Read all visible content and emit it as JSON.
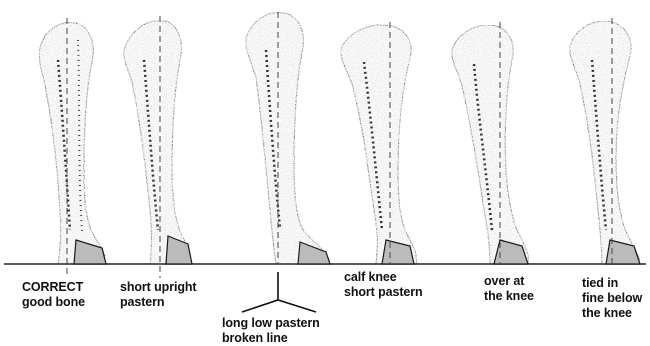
{
  "diagram": {
    "legs": [
      {
        "id": "correct",
        "caption": [
          "CORRECT",
          "good bone"
        ]
      },
      {
        "id": "short-upright",
        "caption": [
          "short upright",
          "pastern"
        ]
      },
      {
        "id": "long-low",
        "caption": [
          "long low pastern",
          "broken line"
        ]
      },
      {
        "id": "calf-knee",
        "caption": [
          "calf knee",
          "short pastern"
        ]
      },
      {
        "id": "over-knee",
        "caption": [
          "over at",
          "the knee"
        ]
      },
      {
        "id": "tied-in",
        "caption": [
          "tied in",
          "fine below",
          "the knee"
        ]
      }
    ],
    "colors": {
      "ink": "#1a1a1a",
      "paper": "#ffffff"
    }
  }
}
